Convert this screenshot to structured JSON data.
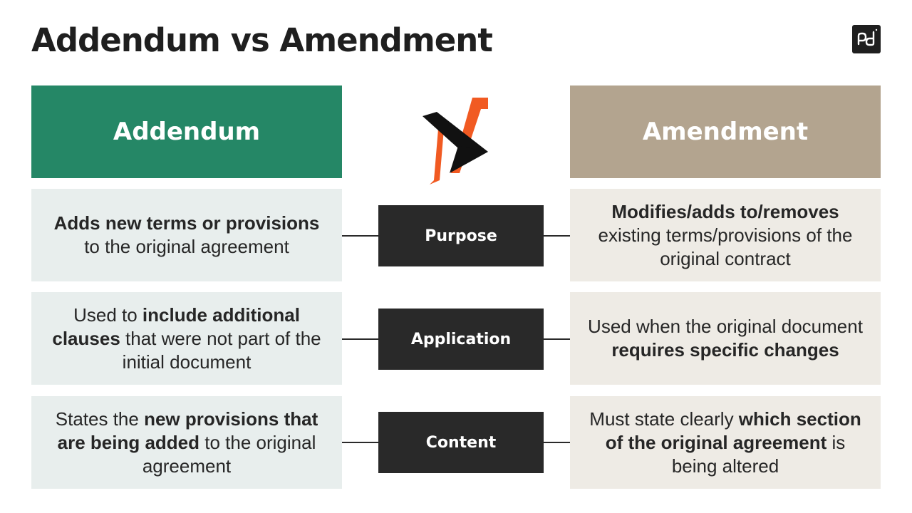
{
  "title": "Addendum vs Amendment",
  "brand_logo_text": "pd",
  "headers": {
    "left": "Addendum",
    "right": "Amendment"
  },
  "colors": {
    "addendum_header": "#258766",
    "amendment_header": "#b3a48f",
    "addendum_cell": "#e8eeed",
    "amendment_cell": "#eeebe5",
    "label_bg": "#292929",
    "logo_orange": "#f15a22"
  },
  "rows": [
    {
      "label": "Purpose",
      "addendum": [
        {
          "text": "Adds new terms or provisions",
          "bold": true
        },
        {
          "text": " to the original agreement",
          "bold": false
        }
      ],
      "amendment": [
        {
          "text": "Modifies/adds to/removes",
          "bold": true
        },
        {
          "text": " existing terms/provisions of the original contract",
          "bold": false
        }
      ]
    },
    {
      "label": "Application",
      "addendum": [
        {
          "text": "Used to ",
          "bold": false
        },
        {
          "text": "include additional clauses",
          "bold": true
        },
        {
          "text": " that were not part of the initial document",
          "bold": false
        }
      ],
      "amendment": [
        {
          "text": "Used when the original document ",
          "bold": false
        },
        {
          "text": "requires specific changes",
          "bold": true
        }
      ]
    },
    {
      "label": "Content",
      "addendum": [
        {
          "text": "States the ",
          "bold": false
        },
        {
          "text": "new provisions that are being added",
          "bold": true
        },
        {
          "text": " to the original agreement",
          "bold": false
        }
      ],
      "amendment": [
        {
          "text": "Must state clearly ",
          "bold": false
        },
        {
          "text": "which section of the original agreement",
          "bold": true
        },
        {
          "text": " is being altered",
          "bold": false
        }
      ]
    }
  ]
}
